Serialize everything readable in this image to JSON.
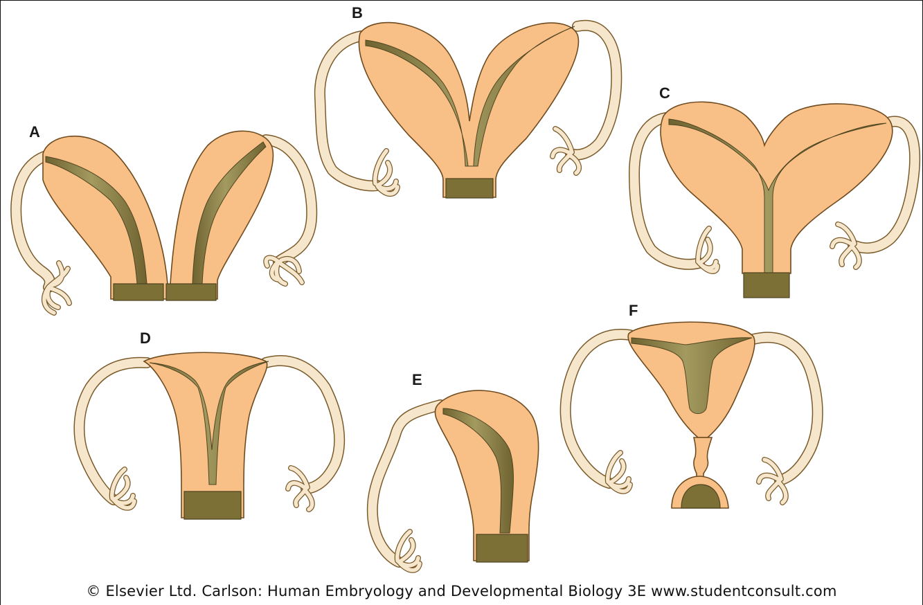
{
  "panels": [
    {
      "label": "A"
    },
    {
      "label": "B"
    },
    {
      "label": "C"
    },
    {
      "label": "D"
    },
    {
      "label": "E"
    },
    {
      "label": "F"
    }
  ],
  "caption": "© Elsevier Ltd. Carlson: Human Embryology and Developmental Biology 3E www.studentconsult.com",
  "colors": {
    "uterus_wall": "#f8bf86",
    "cavity": "#7c7036",
    "uterine_tube": "#f6e7cc",
    "outline": "#6e4b1f"
  }
}
